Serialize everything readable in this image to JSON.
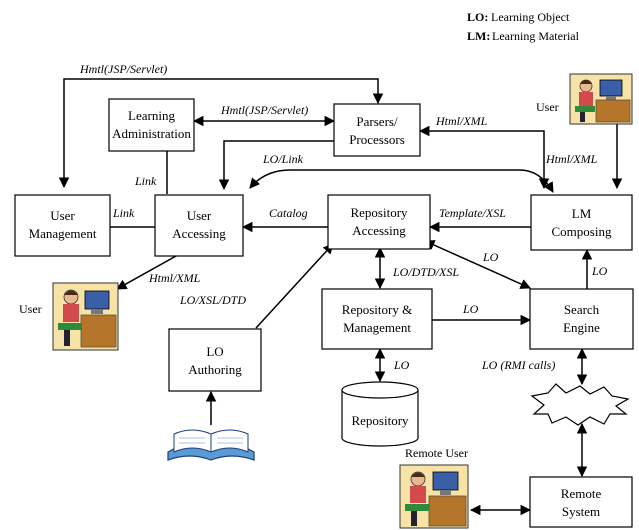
{
  "legend": [
    {
      "term": "LO:",
      "definition": "Learning Object"
    },
    {
      "term": "LM:",
      "definition": "Learning Material"
    }
  ],
  "boxes": {
    "learning_admin": [
      "Learning",
      "Administration"
    ],
    "parsers": [
      "Parsers/",
      "Processors"
    ],
    "user_management": [
      "User",
      "Management"
    ],
    "user_accessing": [
      "User",
      "Accessing"
    ],
    "repository_accessing": [
      "Repository",
      "Accessing"
    ],
    "lm_composing": [
      "LM",
      "Composing"
    ],
    "repository_management": [
      "Repository &",
      "Management"
    ],
    "search_engine": [
      "Search",
      "Engine"
    ],
    "lo_authoring": [
      "LO",
      "Authoring"
    ],
    "repository": [
      "Repository"
    ],
    "remote_system": [
      "Remote",
      "System"
    ]
  },
  "edge_labels": {
    "top_html_jsp": "Hmtl(JSP/Servlet)",
    "admin_parsers": "Hmtl(JSP/Servlet)",
    "parsers_user_html_xml": "Html/XML",
    "right_user_html_xml": "Html/XML",
    "lo_link": "LO/Link",
    "admin_link": "Link",
    "usermgmt_link": "Link",
    "catalog": "Catalog",
    "template_xsl": "Template/XSL",
    "repo_lo_dtd_xsl": "LO/DTD/XSL",
    "repo_search_lo": "LO",
    "search_lm_lo": "LO",
    "mgmt_search_lo": "LO",
    "mgmt_repository_lo": "LO",
    "user_html_xml": "Html/XML",
    "authoring_lo_xsl_dtd": "LO/XSL/DTD",
    "search_rmi": "LO (RMI calls)"
  },
  "actors": {
    "user_top_right": "User",
    "user_left": "User",
    "remote_user": "Remote User"
  }
}
